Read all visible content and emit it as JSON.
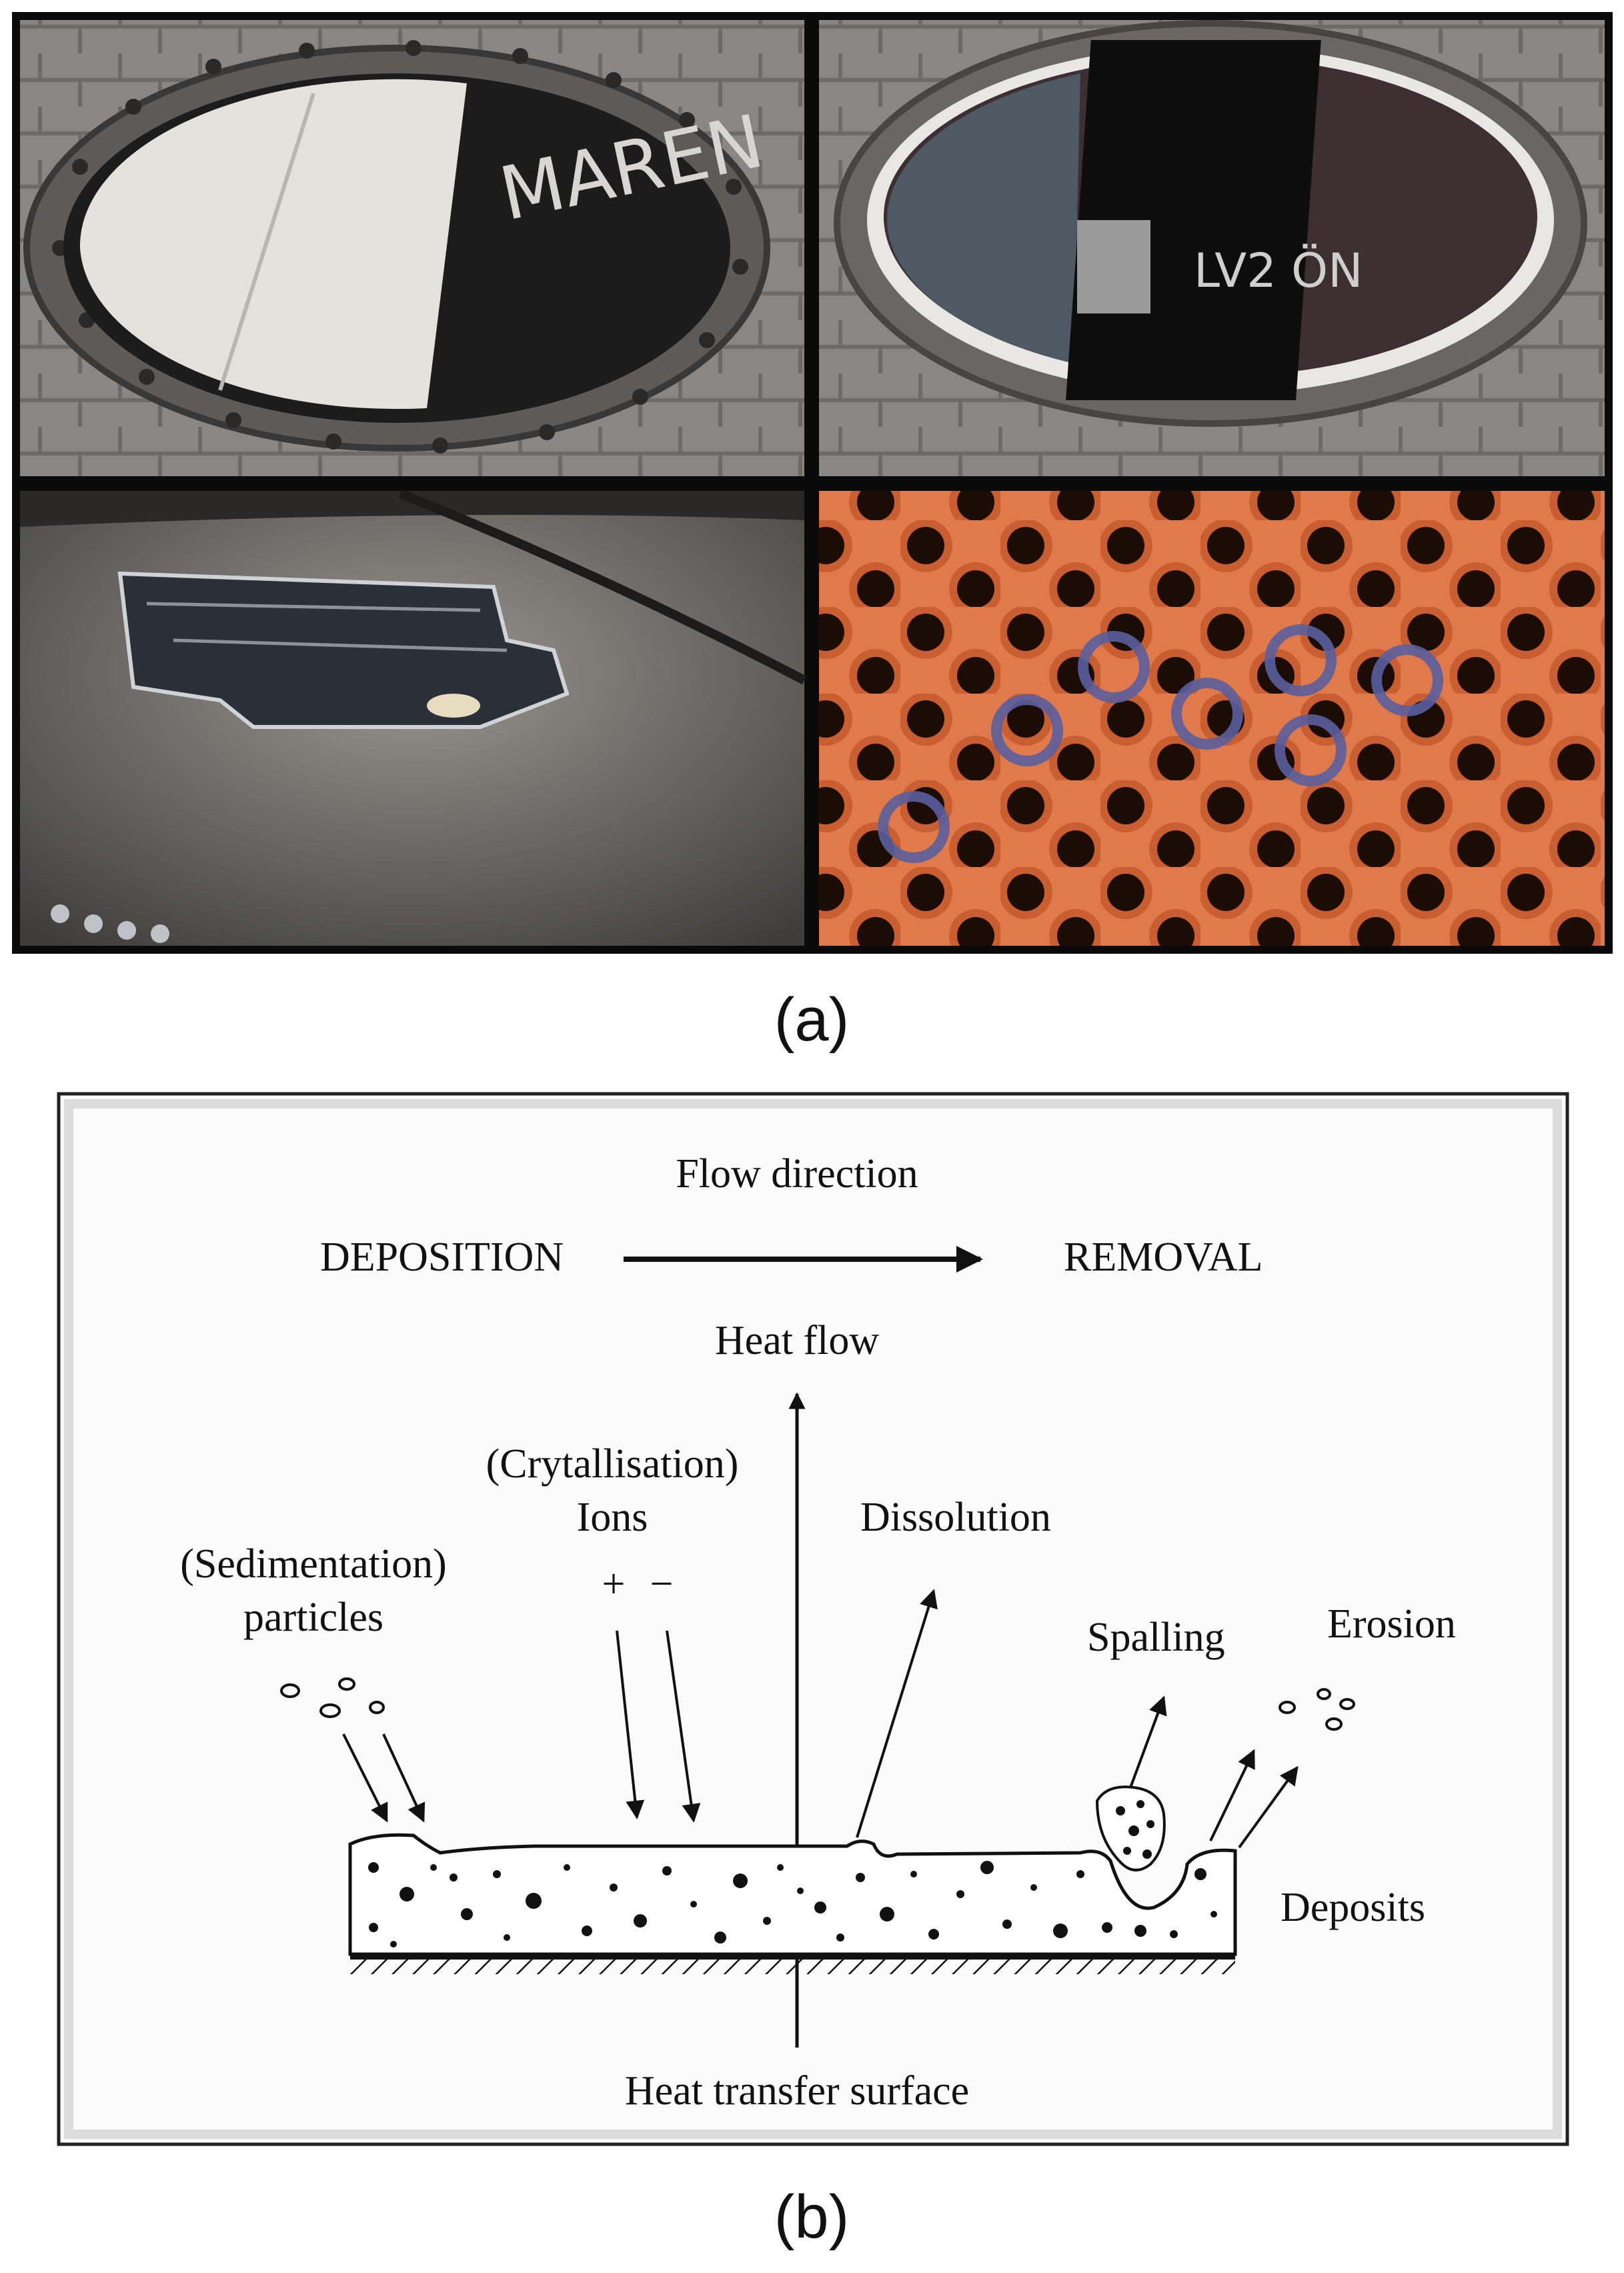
{
  "panel_a": {
    "caption": "(a)",
    "photos": [
      {
        "name": "tube-sheet-half-painted",
        "scribble": "MAREN"
      },
      {
        "name": "tube-sheet-dark-strips",
        "scribble": "LV2 ÖN"
      },
      {
        "name": "deposit-flake-closeup"
      },
      {
        "name": "orange-tube-holes-deposits"
      }
    ]
  },
  "panel_b": {
    "caption": "(b)",
    "labels": {
      "flow_direction": "Flow direction",
      "deposition": "DEPOSITION",
      "removal": "REMOVAL",
      "heat_flow": "Heat flow",
      "crystallisation": "(Crytallisation)",
      "ions": "Ions",
      "ion_plus": "+",
      "ion_minus": "−",
      "dissolution": "Dissolution",
      "sedimentation": "(Sedimentation)",
      "particles": "particles",
      "spalling": "Spalling",
      "erosion": "Erosion",
      "deposits": "Deposits",
      "heat_transfer_surface": "Heat transfer surface"
    }
  },
  "colors": {
    "photo_border": "#0a0a0a",
    "diagram_ink": "#111111",
    "tube_orange": "#e07a4a"
  }
}
